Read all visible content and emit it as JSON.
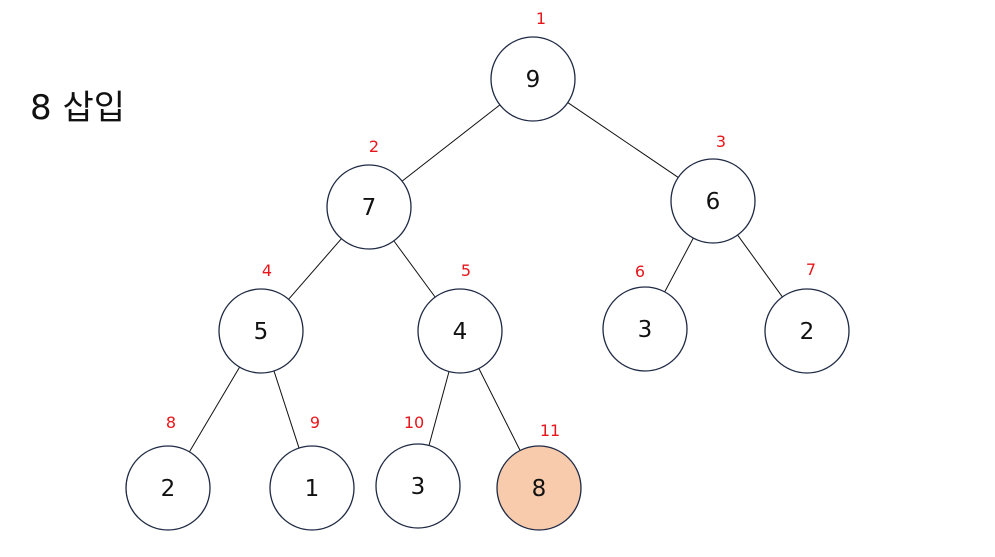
{
  "title": "8 삽입",
  "colors": {
    "index": "#e8161b",
    "node_fill": "#ffffff",
    "highlight_fill": "#f8cbad",
    "stroke": "#1f2a44"
  },
  "nodes": [
    {
      "index": "1",
      "value": "9",
      "highlighted": false
    },
    {
      "index": "2",
      "value": "7",
      "highlighted": false
    },
    {
      "index": "3",
      "value": "6",
      "highlighted": false
    },
    {
      "index": "4",
      "value": "5",
      "highlighted": false
    },
    {
      "index": "5",
      "value": "4",
      "highlighted": false
    },
    {
      "index": "6",
      "value": "3",
      "highlighted": false
    },
    {
      "index": "7",
      "value": "2",
      "highlighted": false
    },
    {
      "index": "8",
      "value": "2",
      "highlighted": false
    },
    {
      "index": "9",
      "value": "1",
      "highlighted": false
    },
    {
      "index": "10",
      "value": "3",
      "highlighted": false
    },
    {
      "index": "11",
      "value": "8",
      "highlighted": true
    }
  ],
  "edges": [
    [
      "1",
      "2"
    ],
    [
      "1",
      "3"
    ],
    [
      "2",
      "4"
    ],
    [
      "2",
      "5"
    ],
    [
      "3",
      "6"
    ],
    [
      "3",
      "7"
    ],
    [
      "4",
      "8"
    ],
    [
      "4",
      "9"
    ],
    [
      "5",
      "10"
    ],
    [
      "5",
      "11"
    ]
  ]
}
